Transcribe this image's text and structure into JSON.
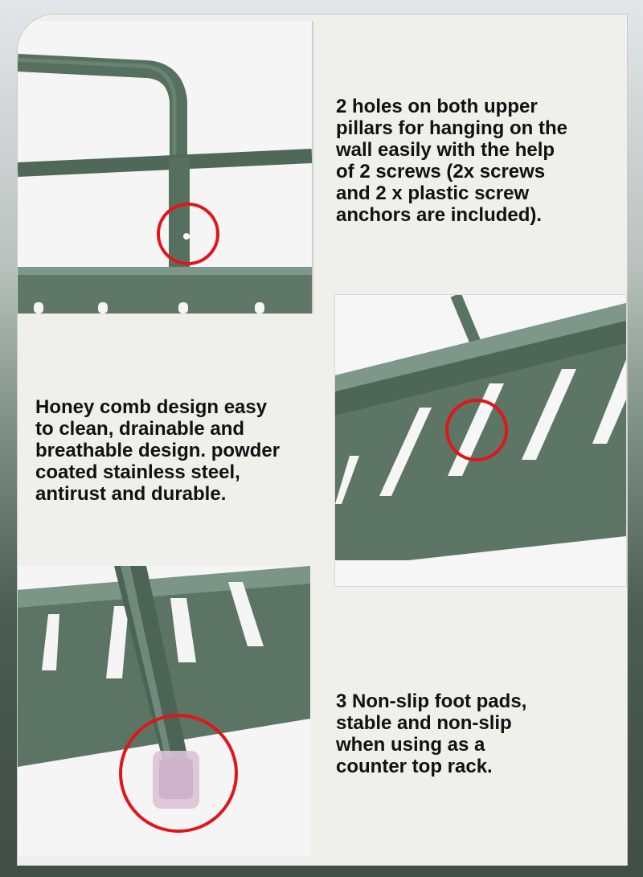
{
  "features": [
    {
      "caption": "2 holes on both upper\npillars for hanging on the\nwall easily with the help\nof 2 screws (2x screws\nand 2 x plastic screw\nanchors are included).",
      "image_icon": "wall-mount-hole-closeup"
    },
    {
      "caption": "Honey comb design easy\nto clean, drainable and\nbreathable design. powder\ncoated stainless steel,\nantirust and durable.",
      "image_icon": "honeycomb-slot-closeup"
    },
    {
      "caption": "3 Non-slip foot pads,\nstable and non-slip\nwhen using as a\ncounter top rack.",
      "image_icon": "foot-pad-closeup"
    }
  ],
  "colors": {
    "product_green": "#5a7463",
    "highlight_circle": "#e0161a",
    "text": "#111111"
  }
}
